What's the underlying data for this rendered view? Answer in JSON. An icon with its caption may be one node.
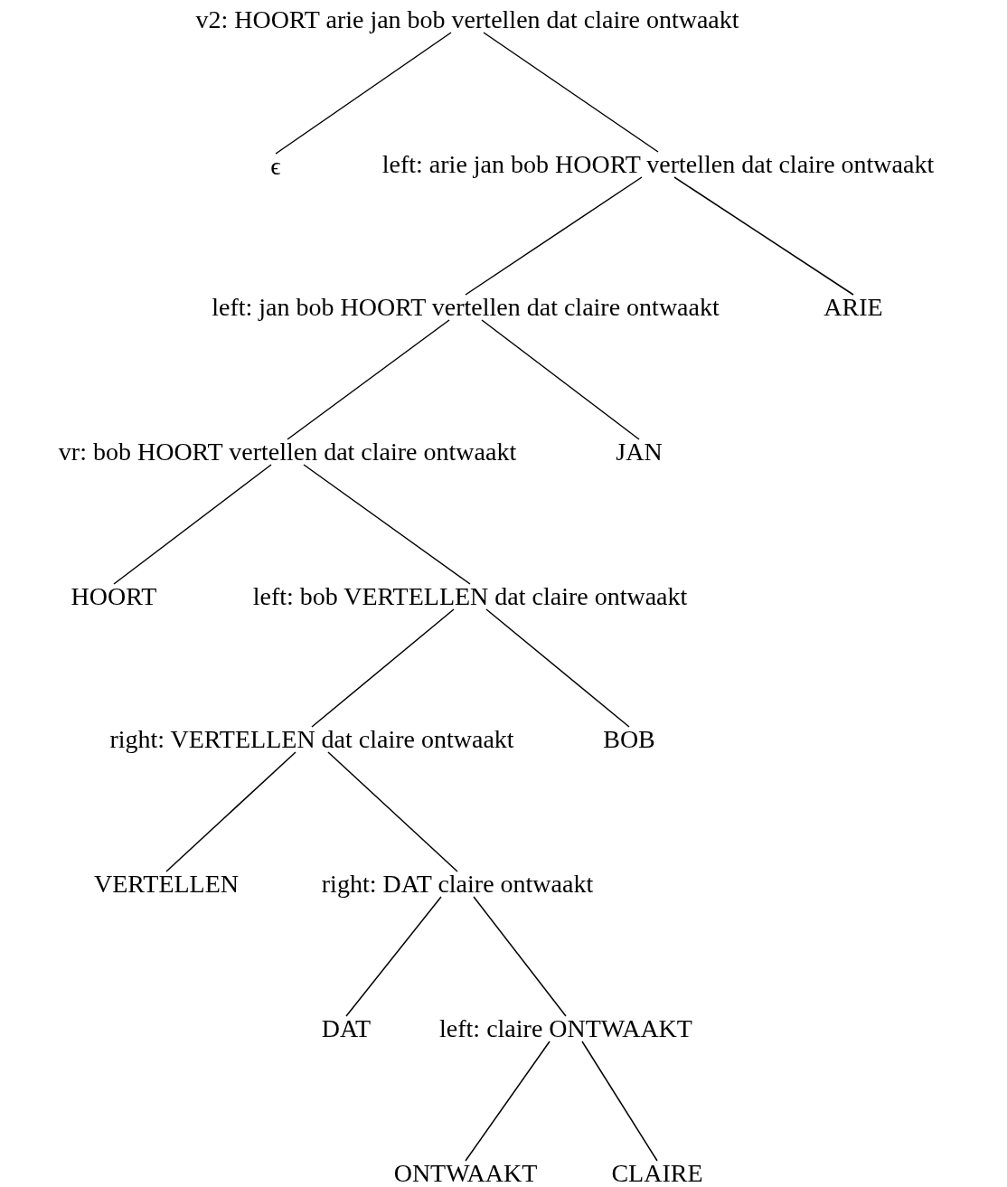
{
  "diagram": {
    "nodes": [
      {
        "text": [
          "v2: HOORT arie jan bob vertellen dat claire ontwaakt"
        ]
      },
      {
        "text": [
          "ϵ"
        ]
      },
      {
        "text": [
          "left: arie jan bob HOORT vertellen dat claire ontwaakt"
        ]
      },
      {
        "text": [
          "left: jan bob HOORT vertellen dat claire ontwaakt"
        ]
      },
      {
        "text": [
          "ARIE"
        ]
      },
      {
        "text": [
          "vr: bob HOORT vertellen dat claire ontwaakt"
        ]
      },
      {
        "text": [
          "JAN"
        ]
      },
      {
        "text": [
          "HOORT"
        ]
      },
      {
        "text": [
          "left: bob VERTELLEN dat claire ontwaakt"
        ]
      },
      {
        "text": [
          "right: VERTELLEN dat claire ontwaakt"
        ]
      },
      {
        "text": [
          "BOB"
        ]
      },
      {
        "text": [
          "VERTELLEN"
        ]
      },
      {
        "text": [
          "right: DAT claire ontwaakt"
        ]
      },
      {
        "text": [
          "DAT"
        ]
      },
      {
        "text": [
          "left: claire ONTWAAKT"
        ]
      },
      {
        "text": [
          "ONTWAAKT"
        ]
      },
      {
        "text": [
          "CLAIRE"
        ]
      }
    ],
    "edges": [
      {
        "from": 0,
        "to": 1,
        "arrow": "none"
      },
      {
        "from": 0,
        "to": 2,
        "arrow": "none"
      },
      {
        "from": 2,
        "to": 3,
        "arrow": "none"
      },
      {
        "from": 2,
        "to": 4,
        "arrow": "none"
      },
      {
        "from": 3,
        "to": 5,
        "arrow": "none"
      },
      {
        "from": 3,
        "to": 6,
        "arrow": "none"
      },
      {
        "from": 5,
        "to": 7,
        "arrow": "none"
      },
      {
        "from": 5,
        "to": 8,
        "arrow": "none"
      },
      {
        "from": 8,
        "to": 9,
        "arrow": "none"
      },
      {
        "from": 8,
        "to": 10,
        "arrow": "none"
      },
      {
        "from": 9,
        "to": 11,
        "arrow": "none"
      },
      {
        "from": 9,
        "to": 12,
        "arrow": "none"
      },
      {
        "from": 12,
        "to": 13,
        "arrow": "none"
      },
      {
        "from": 12,
        "to": 14,
        "arrow": "none"
      },
      {
        "from": 14,
        "to": 15,
        "arrow": "none"
      },
      {
        "from": 14,
        "to": 16,
        "arrow": "none"
      }
    ]
  }
}
